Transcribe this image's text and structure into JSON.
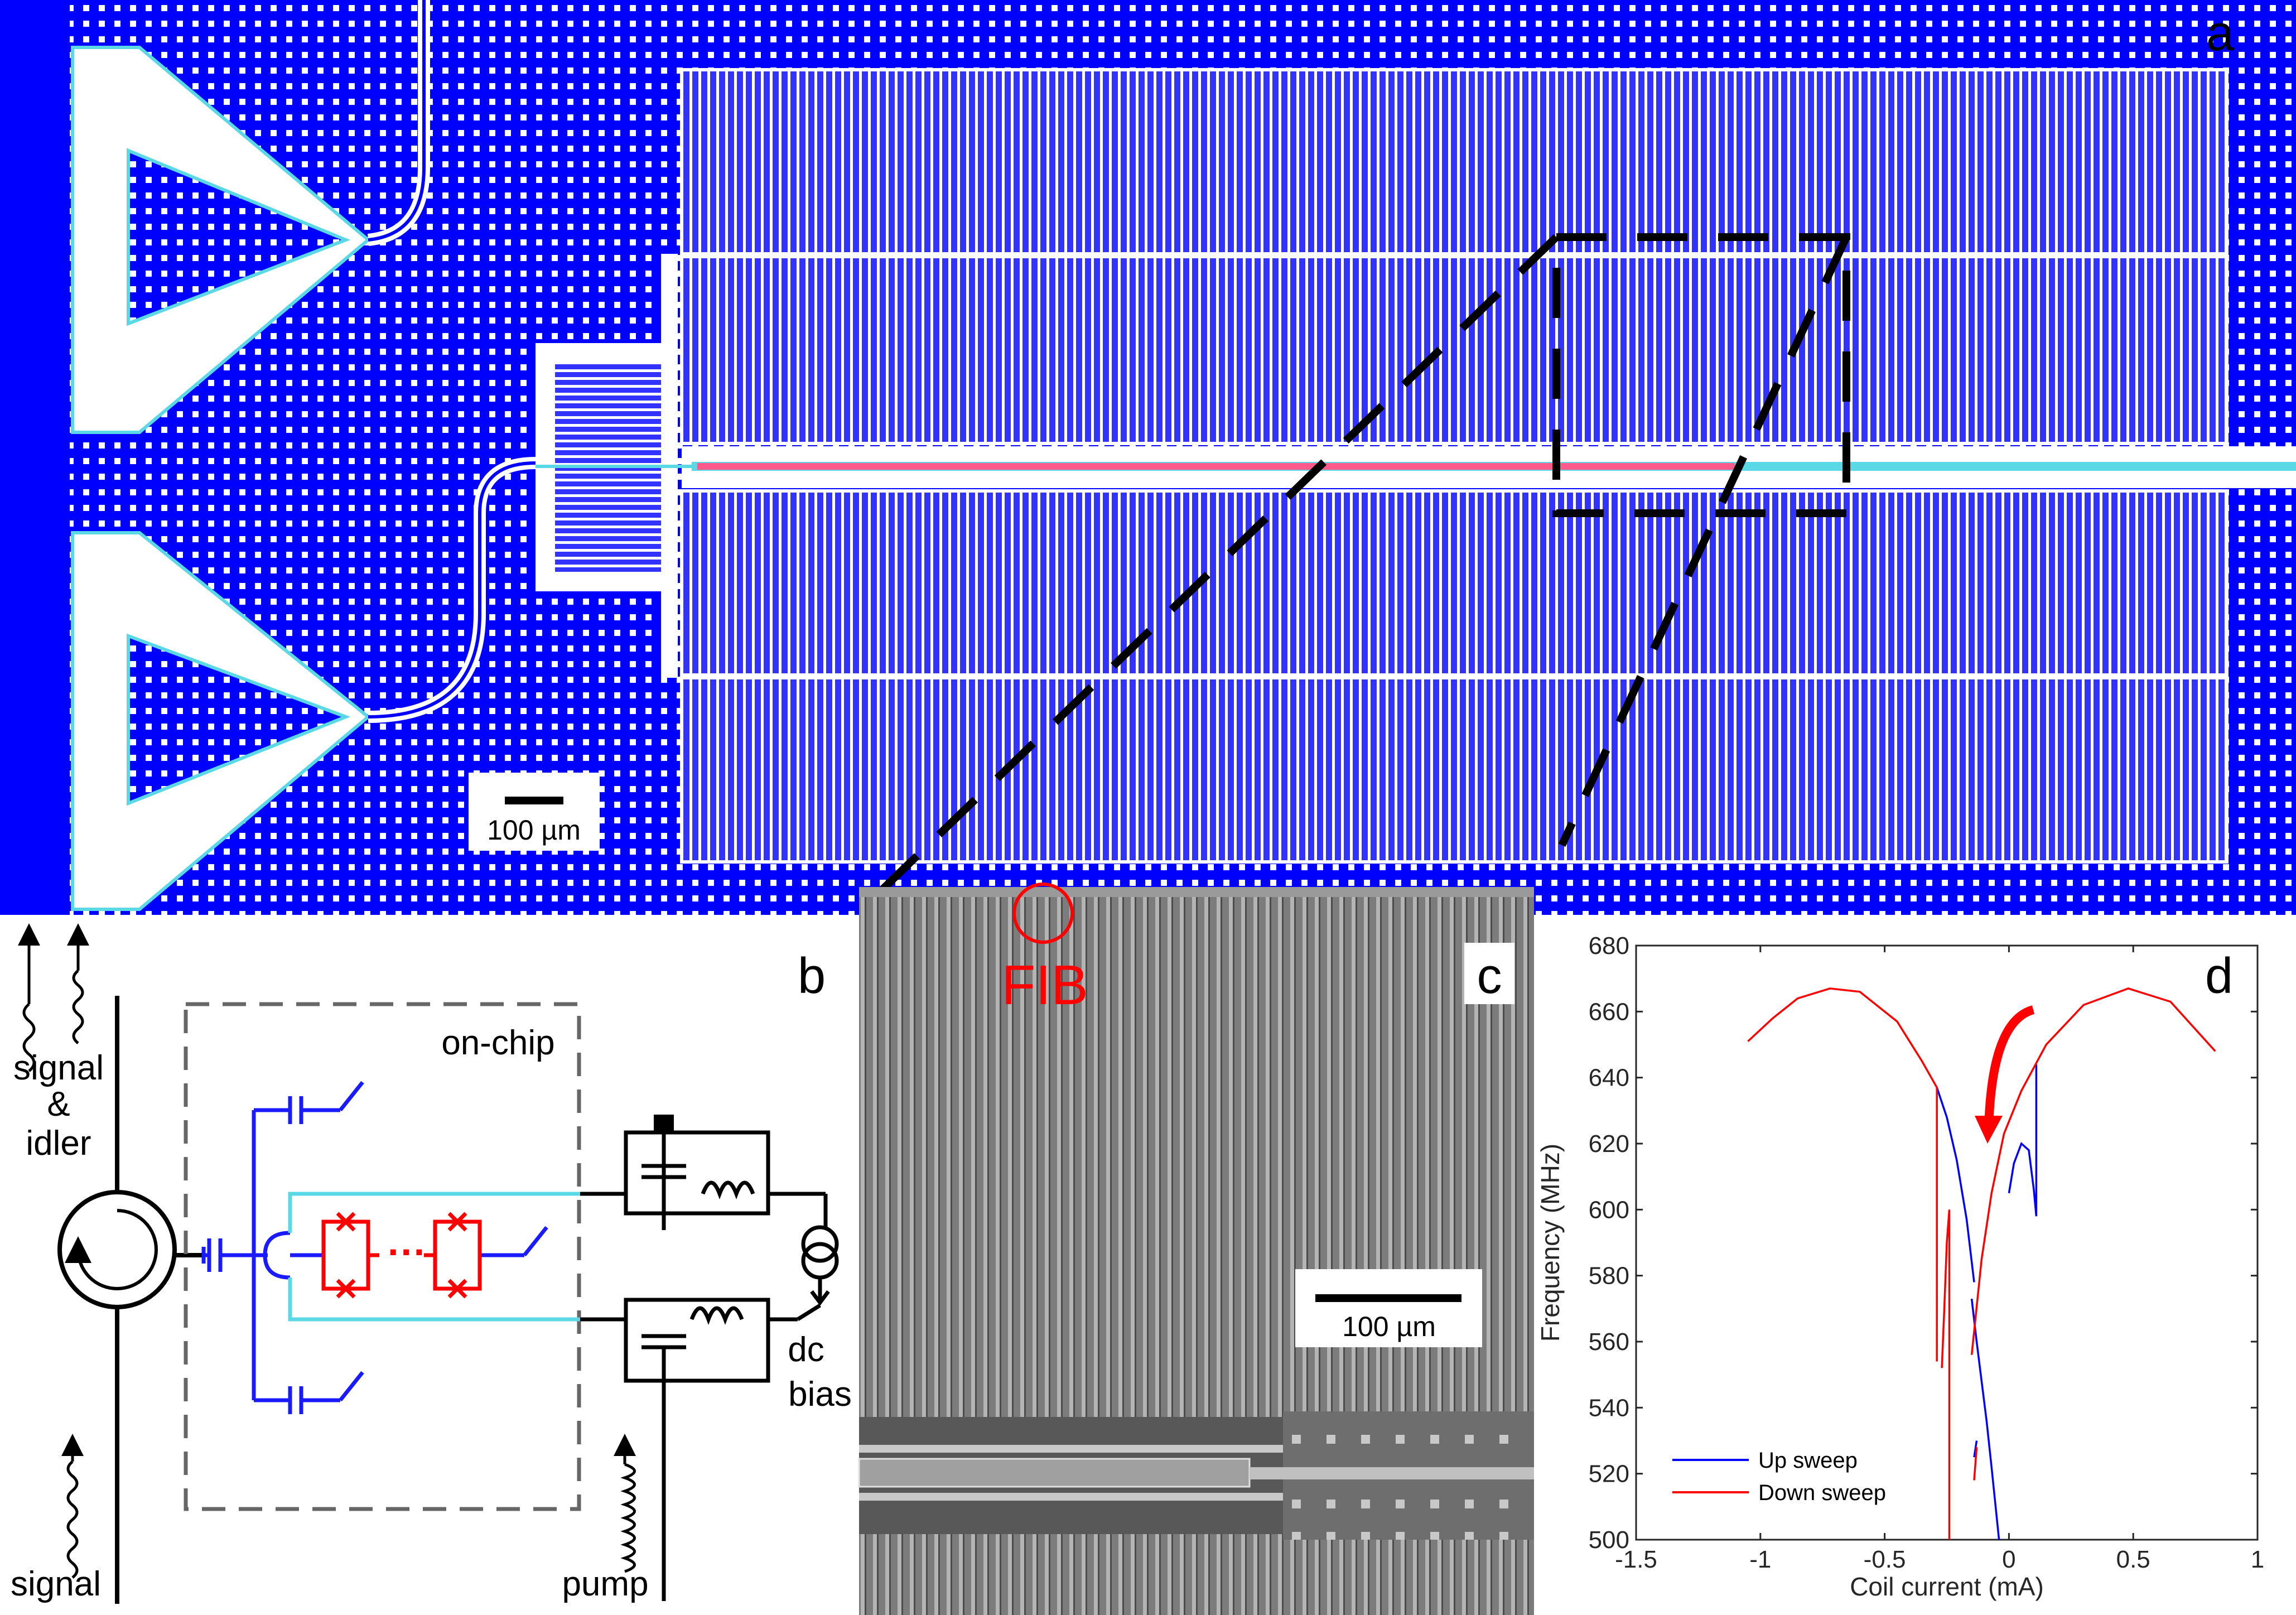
{
  "panels": {
    "a": {
      "letter": "a",
      "scale_bar": "100 µm"
    },
    "b": {
      "letter": "b",
      "labels": {
        "signal_idler": [
          "signal",
          "&",
          "idler"
        ],
        "on_chip": "on-chip",
        "signal_in": "signal",
        "pump": "pump",
        "dc_bias": [
          "dc",
          "bias"
        ]
      },
      "ellipsis": "···"
    },
    "c": {
      "letter": "c",
      "fib": "FIB",
      "scale_bar": "100 µm"
    },
    "d": {
      "letter": "d"
    }
  },
  "colors": {
    "chip_blue": "#0000ff",
    "trace_blue": "#1a1aff",
    "junction_red": "#ff0000",
    "cyan": "#5ad8e6",
    "up_sweep": "#0000ff",
    "down_sweep": "#ff0000"
  },
  "chart_data": {
    "type": "line",
    "xlabel": "Coil current (mA)",
    "ylabel": "Frequency (MHz)",
    "xlim": [
      -1.5,
      1
    ],
    "ylim": [
      500,
      680
    ],
    "xticks": [
      "-1.5",
      "-1",
      "-0.5",
      "0",
      "0.5",
      "1"
    ],
    "yticks": [
      "500",
      "520",
      "540",
      "560",
      "580",
      "600",
      "620",
      "640",
      "660",
      "680"
    ],
    "grid": false,
    "legend": "bottom-left",
    "series": [
      {
        "name": "Up sweep",
        "color": "#0000ff",
        "segments": [
          [
            [
              -0.29,
              637
            ],
            [
              -0.25,
              628
            ],
            [
              -0.21,
              615
            ],
            [
              -0.17,
              597
            ],
            [
              -0.14,
              578
            ]
          ],
          [
            [
              -0.15,
              573
            ],
            [
              -0.13,
              560
            ],
            [
              -0.11,
              548
            ],
            [
              -0.09,
              536
            ],
            [
              -0.07,
              522
            ],
            [
              -0.04,
              500
            ]
          ],
          [
            [
              -0.13,
              530
            ],
            [
              -0.14,
              525
            ]
          ],
          [
            [
              0.0,
              605
            ],
            [
              0.02,
              614
            ],
            [
              0.05,
              620
            ],
            [
              0.08,
              618
            ],
            [
              0.1,
              606
            ],
            [
              0.11,
              598
            ],
            [
              0.11,
              644
            ]
          ]
        ]
      },
      {
        "name": "Down sweep",
        "color": "#ff0000",
        "segments": [
          [
            [
              -1.05,
              651
            ],
            [
              -0.95,
              658
            ],
            [
              -0.85,
              664
            ],
            [
              -0.72,
              667
            ],
            [
              -0.6,
              666
            ],
            [
              -0.45,
              657
            ],
            [
              -0.35,
              645
            ],
            [
              -0.29,
              637
            ],
            [
              -0.29,
              554
            ]
          ],
          [
            [
              -0.27,
              552
            ],
            [
              -0.26,
              570
            ],
            [
              -0.25,
              590
            ],
            [
              -0.24,
              600
            ],
            [
              -0.24,
              500
            ]
          ],
          [
            [
              -0.15,
              556
            ],
            [
              -0.11,
              585
            ],
            [
              -0.07,
              605
            ],
            [
              -0.02,
              623
            ],
            [
              0.05,
              636
            ],
            [
              0.15,
              650
            ],
            [
              0.3,
              662
            ],
            [
              0.48,
              667
            ],
            [
              0.65,
              663
            ],
            [
              0.83,
              648
            ]
          ],
          [
            [
              -0.14,
              518
            ],
            [
              -0.13,
              528
            ]
          ]
        ]
      }
    ]
  }
}
